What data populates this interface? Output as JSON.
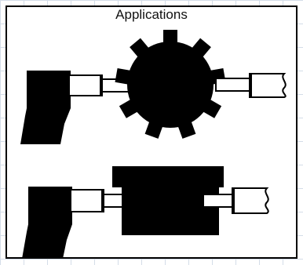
{
  "diagram": {
    "title": "Applications",
    "colors": {
      "ink": "#000000",
      "paper": "#ffffff",
      "grid": "#d4dde8"
    },
    "illustrations": [
      "tool-with-gear-wheel",
      "tool-with-spool-block"
    ]
  }
}
